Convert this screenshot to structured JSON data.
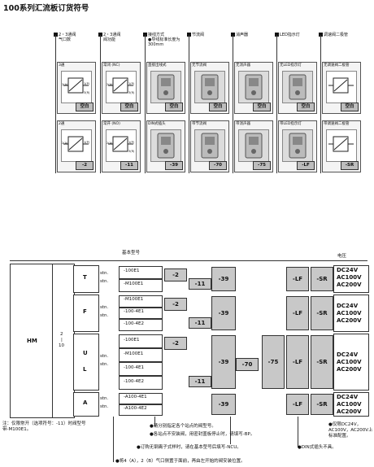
{
  "title": "100系列汇流板订货符号",
  "columns": [
    {
      "head": "2・3通阀",
      "sub": "气口数"
    },
    {
      "head": "2・3通阀",
      "sub": "阀功能"
    },
    {
      "head": "接线方式",
      "sub": "●导线标准长度为300mm"
    },
    {
      "head": "节流阀",
      "sub": ""
    },
    {
      "head": "消声器",
      "sub": ""
    },
    {
      "head": "LED指示灯",
      "sub": ""
    },
    {
      "head": "调速阀二极管",
      "sub": ""
    }
  ],
  "row1": {
    "c1": {
      "label": "3通",
      "ports": [
        "2(A)",
        "1(P)",
        "3(R)"
      ],
      "code": "空白"
    },
    "c2": {
      "label": "常闭 (NC)",
      "ports": [
        "2(A)",
        "1(P)",
        "3(R)"
      ],
      "code": "空白"
    },
    "c3": {
      "label": "直接出线式",
      "code": "空白"
    },
    "c4": {
      "label": "无节流阀",
      "code": "空白"
    },
    "c5": {
      "label": "无消声器",
      "code": "空白"
    },
    "c6": {
      "label": "无LED指示灯",
      "code": "空白"
    },
    "c7": {
      "label": "无调速阀二极管",
      "code": "空白"
    }
  },
  "row2": {
    "c1": {
      "label": "2通",
      "ports": [
        "2(A)",
        "1(P)"
      ],
      "code": "-2"
    },
    "c2": {
      "label": "常开 (NO)",
      "ports": [
        "2(A)",
        "1(P)",
        "3(R)"
      ],
      "code": "-11"
    },
    "c3": {
      "label": "DIN式插头",
      "code": "-39"
    },
    "c4": {
      "label": "带节流阀",
      "code": "-70"
    },
    "c5": {
      "label": "带消声器",
      "code": "-75"
    },
    "c6": {
      "label": "带LED指示灯",
      "code": "-LF"
    },
    "c7": {
      "label": "带调速阀二极管",
      "code": "-SR"
    }
  },
  "table": {
    "basic_model": "基本型号",
    "voltage": "电压",
    "hm": "HM",
    "count_top": "2",
    "count_sep": "|",
    "count_bottom": "10",
    "stn": "stn.",
    "groups": [
      {
        "letter": "T",
        "models": [
          "-100E1",
          "-M100E1"
        ],
        "opts": [
          "-2",
          "-11"
        ],
        "din": "-39",
        "lf": "-LF",
        "sr": "-SR",
        "volts": [
          "DC24V",
          "AC100V",
          "AC200V"
        ]
      },
      {
        "letter": "F",
        "models": [
          "-M100E1",
          "-100-4E1",
          "-100-4E2"
        ],
        "opts": [
          "-2",
          "-11"
        ],
        "din": "-39",
        "lf": "-LF",
        "sr": "-SR",
        "volts": [
          "DC24V",
          "AC100V",
          "AC200V"
        ]
      },
      {
        "letter": "U",
        "letter2": "L",
        "models": [
          "-100E1",
          "-M100E1",
          "-100-4E1",
          "-100-4E2"
        ],
        "opts": [
          "-2",
          "-11"
        ],
        "din": "-39",
        "throttle": "-70",
        "muffler": "-75",
        "lf": "-LF",
        "sr": "-SR",
        "volts": [
          "DC24V",
          "AC100V",
          "AC200V"
        ]
      },
      {
        "letter": "A",
        "models": [
          "-A100-4E1",
          "-A100-4E2"
        ],
        "din": "-39",
        "lf": "-LF",
        "sr": "-SR",
        "volts": [
          "DC24V",
          "AC100V",
          "AC200V"
        ]
      }
    ]
  },
  "notes": {
    "left": "注：仅限常开（选项符号：-11）时阀型号带-M100E1。",
    "n1": "●请分别指定各个站点的阀型号。",
    "n2": "●各站点不安装阀，用密封盖板停止时，请填写-BP。",
    "n3": "●订购无钢离子式样时，请在基本型号后填写-NCU。",
    "n4": "●将4（A），2（B）气口侧置于面前，再由左开始的阀安装位置。",
    "din_only": "●DIN式插头不具。",
    "sr_only": "●仅限DC24V，AC100V，AC200V上标准配置。"
  }
}
